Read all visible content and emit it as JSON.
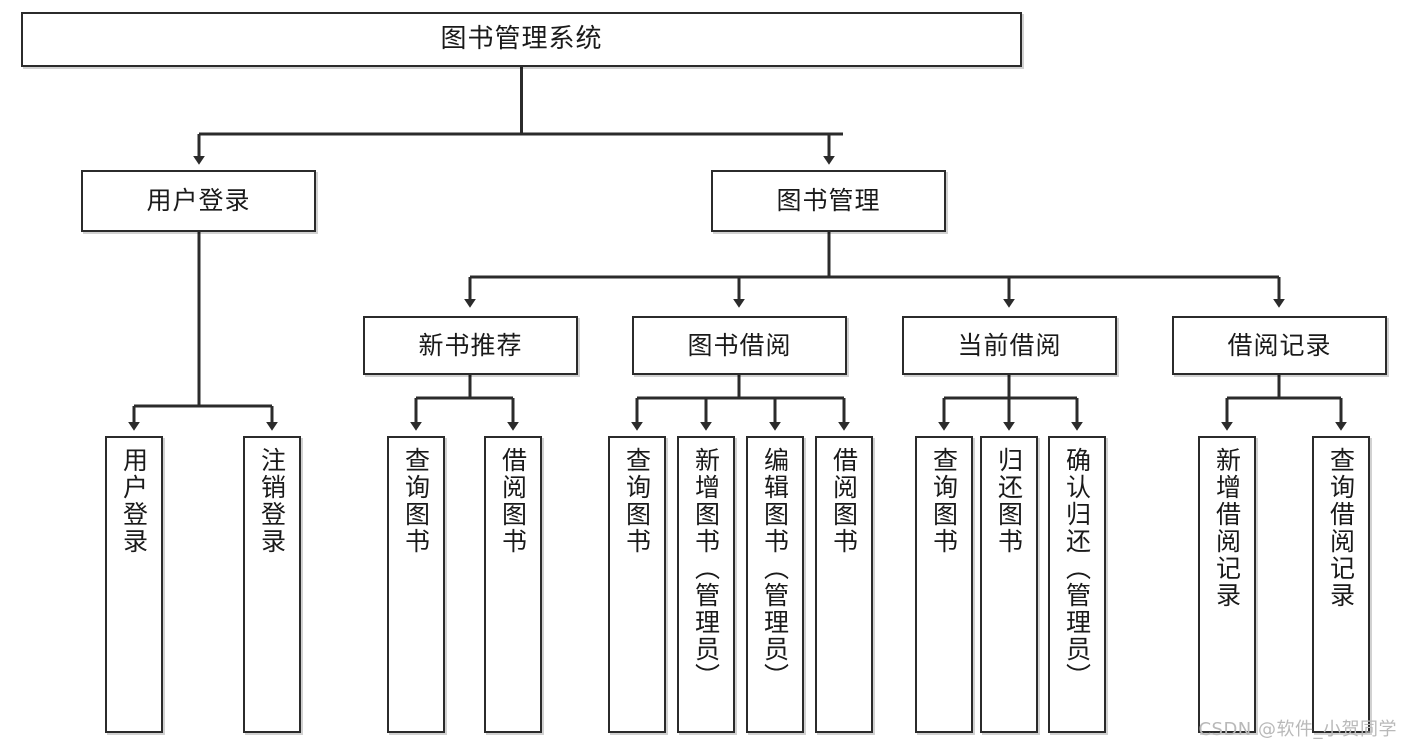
{
  "diagram": {
    "title": "图书管理系统",
    "type": "hierarchy-tree",
    "watermark": "CSDN @软件_小贺同学",
    "colors": {
      "background": "#ffffff",
      "box_border": "#2b2b2b",
      "box_fill": "#ffffff",
      "text": "#1a1a1a",
      "connector": "#2b2b2b",
      "watermark": "#b9b9b9"
    }
  },
  "nodes": {
    "root": {
      "label": "图书管理系统"
    },
    "level2": [
      {
        "label": "用户登录"
      },
      {
        "label": "图书管理"
      }
    ],
    "level3": [
      {
        "label": "新书推荐"
      },
      {
        "label": "图书借阅"
      },
      {
        "label": "当前借阅"
      },
      {
        "label": "借阅记录"
      }
    ],
    "leaves": {
      "user_login": [
        {
          "label": "用户登录"
        },
        {
          "label": "注销登录"
        }
      ],
      "new_book_recommend": [
        {
          "label": "查询图书"
        },
        {
          "label": "借阅图书"
        }
      ],
      "book_borrow": [
        {
          "label": "查询图书"
        },
        {
          "label": "新增图书（管理员）"
        },
        {
          "label": "编辑图书（管理员）"
        },
        {
          "label": "借阅图书"
        }
      ],
      "current_borrow": [
        {
          "label": "查询图书"
        },
        {
          "label": "归还图书"
        },
        {
          "label": "确认归还（管理员）"
        }
      ],
      "borrow_record": [
        {
          "label": "新增借阅记录"
        },
        {
          "label": "查询借阅记录"
        }
      ]
    }
  }
}
